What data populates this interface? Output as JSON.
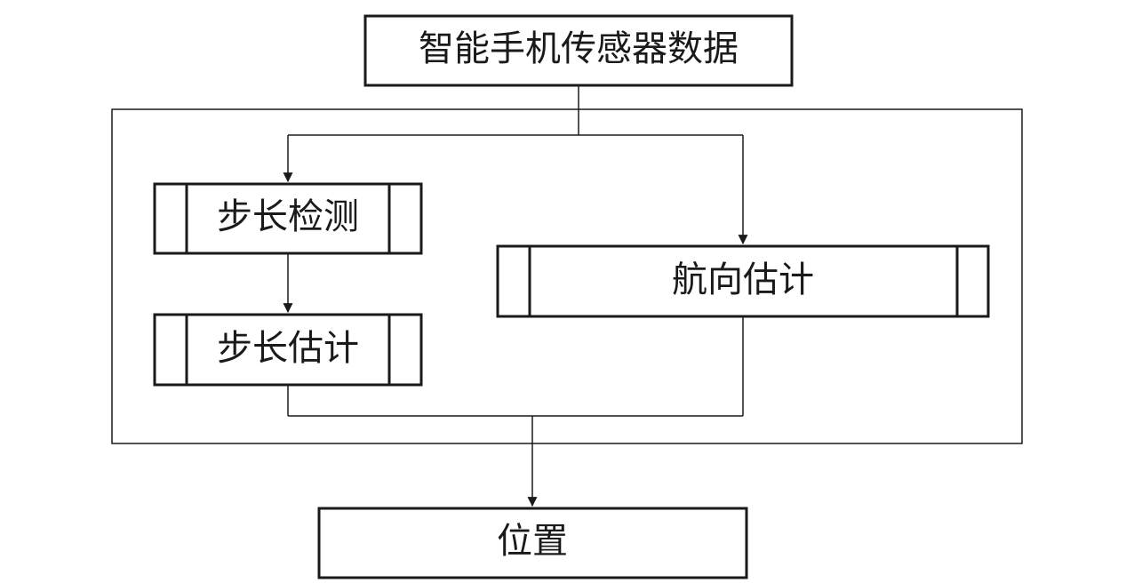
{
  "diagram": {
    "input": {
      "label": "智能手机传感器数据"
    },
    "steps": {
      "step_detection": {
        "label": "步长检测"
      },
      "step_length_estimation": {
        "label": "步长估计"
      },
      "heading_estimation": {
        "label": "航向估计"
      }
    },
    "output": {
      "label": "位置"
    }
  },
  "colors": {
    "stroke": "#1a1a1a",
    "background": "#ffffff"
  }
}
